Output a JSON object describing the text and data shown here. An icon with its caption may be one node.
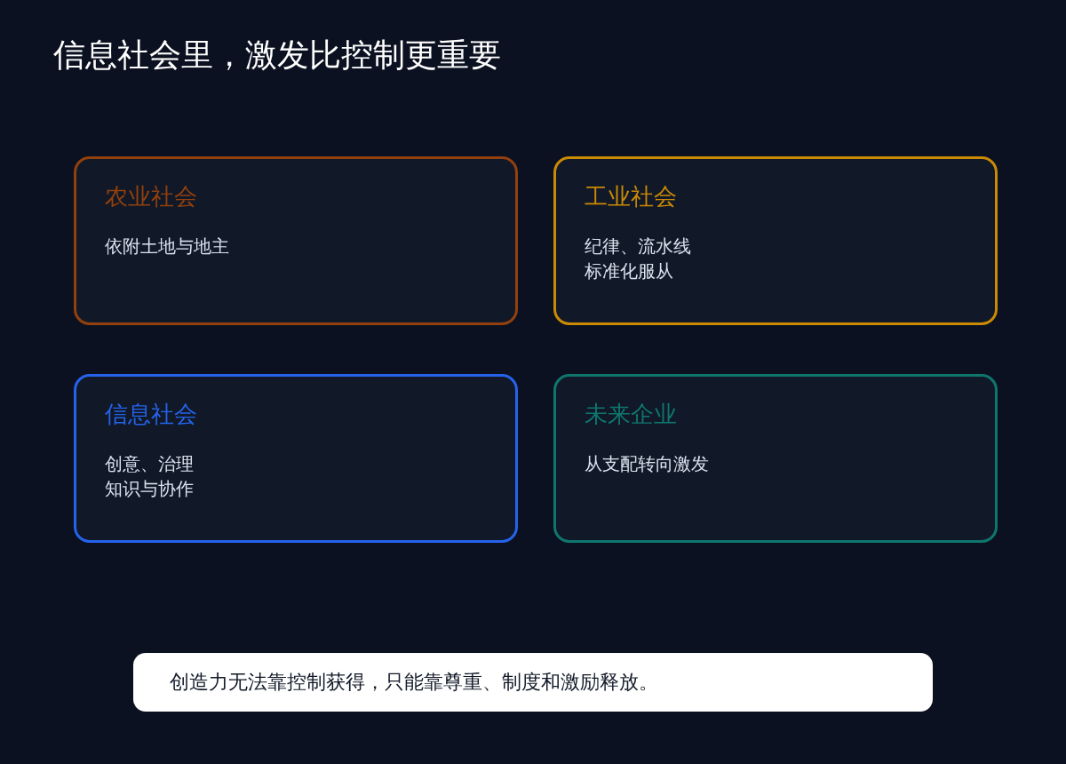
{
  "diagram": {
    "title": "信息社会里，激发比控制更重要",
    "nodes": [
      {
        "text": [
          "农业社会",
          "依附土地与地主"
        ]
      },
      {
        "text": [
          "工业社会",
          "纪律、流水线",
          "标准化服从"
        ]
      },
      {
        "text": [
          "信息社会",
          "创意、治理",
          "知识与协作"
        ]
      },
      {
        "text": [
          "未来企业",
          "从支配转向激发"
        ]
      },
      {
        "text": [
          "创造力无法靠控制获得，只能靠尊重、制度和激励释放。"
        ]
      }
    ]
  }
}
